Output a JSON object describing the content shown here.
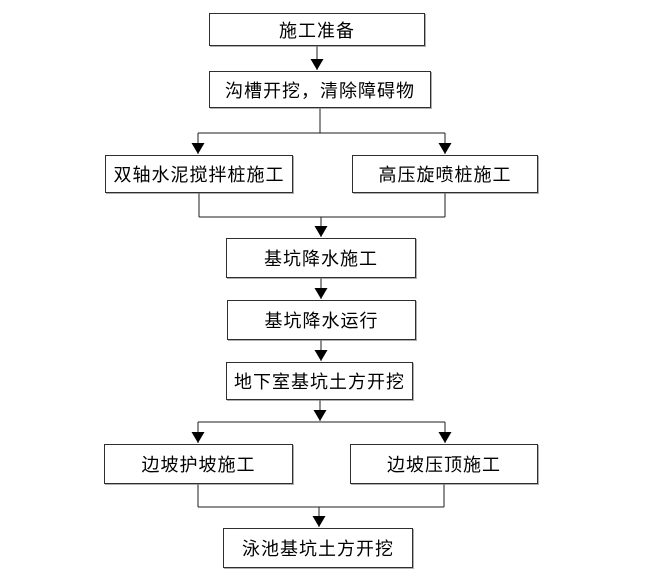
{
  "diagram": {
    "type": "flowchart",
    "direction": "top-down",
    "language": "zh-CN",
    "colors": {
      "background": "#ffffff",
      "box_fill": "#ffffff",
      "box_border": "#2e2e2e",
      "connector": "#1c1c1c",
      "arrowhead": "#000000",
      "text": "#000000"
    },
    "nodes": {
      "prep": "施工准备",
      "trench": "沟槽开挖，清除障碍物",
      "mixing_pile": "双轴水泥搅拌桩施工",
      "jet_pile": "高压旋喷桩施工",
      "dewatering_construction": "基坑降水施工",
      "dewatering_operation": "基坑降水运行",
      "basement_excavation": "地下室基坑土方开挖",
      "slope_protection": "边坡护坡施工",
      "slope_capping": "边坡压顶施工",
      "pool_excavation": "泳池基坑土方开挖"
    },
    "edges": [
      {
        "from": "prep",
        "to": "trench"
      },
      {
        "from": "trench",
        "to": "mixing_pile"
      },
      {
        "from": "trench",
        "to": "jet_pile"
      },
      {
        "from": "mixing_pile",
        "to": "dewatering_construction"
      },
      {
        "from": "jet_pile",
        "to": "dewatering_construction"
      },
      {
        "from": "dewatering_construction",
        "to": "dewatering_operation"
      },
      {
        "from": "dewatering_operation",
        "to": "basement_excavation"
      },
      {
        "from": "basement_excavation",
        "to": "slope_protection"
      },
      {
        "from": "basement_excavation",
        "to": "slope_capping"
      },
      {
        "from": "slope_protection",
        "to": "pool_excavation"
      },
      {
        "from": "slope_capping",
        "to": "pool_excavation"
      }
    ]
  }
}
